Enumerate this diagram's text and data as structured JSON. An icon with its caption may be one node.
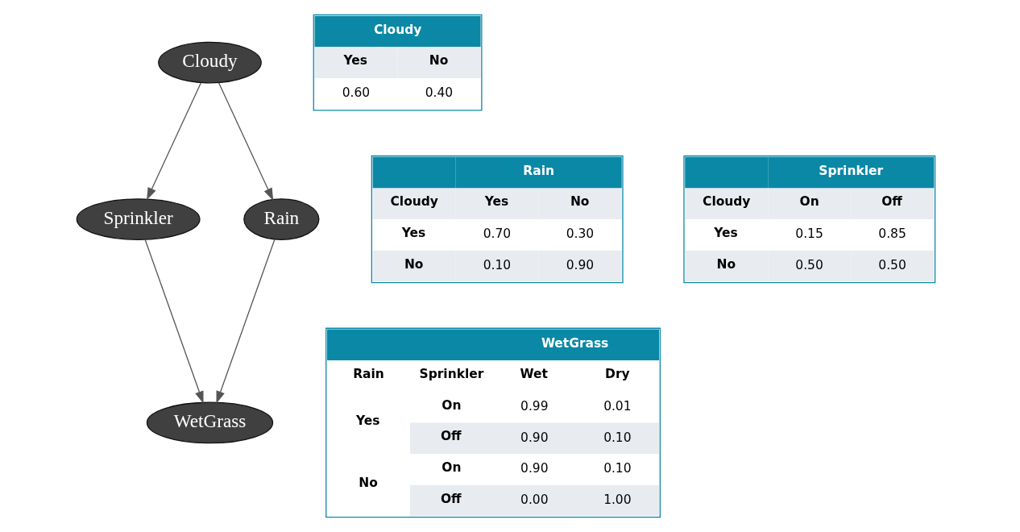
{
  "diagram": {
    "nodes": [
      {
        "text": [
          "Cloudy"
        ]
      },
      {
        "text": [
          "Sprinkler"
        ]
      },
      {
        "text": [
          "Rain"
        ]
      },
      {
        "text": [
          "WetGrass"
        ]
      }
    ],
    "edges": [
      {
        "from": 0,
        "to": 1,
        "arrow": "to"
      },
      {
        "from": 0,
        "to": 2,
        "arrow": "to"
      },
      {
        "from": 1,
        "to": 3,
        "arrow": "to"
      },
      {
        "from": 2,
        "to": 3,
        "arrow": "to"
      }
    ],
    "labels": [
      "Cloudy",
      "Yes",
      "No",
      "0.60",
      "0.40",
      "Rain",
      "Cloudy",
      "Yes",
      "No",
      "Yes",
      "0.70",
      "0.30",
      "No",
      "0.10",
      "0.90",
      "Sprinkler",
      "Cloudy",
      "On",
      "Off",
      "Yes",
      "0.15",
      "0.85",
      "No",
      "0.50",
      "0.50",
      "WetGrass",
      "Rain",
      "Sprinkler",
      "Wet",
      "Dry",
      "Yes",
      "On",
      "0.99",
      "0.01",
      "Off",
      "0.90",
      "0.10",
      "No",
      "On",
      "0.90",
      "0.10",
      "Off",
      "0.00",
      "1.00"
    ]
  }
}
